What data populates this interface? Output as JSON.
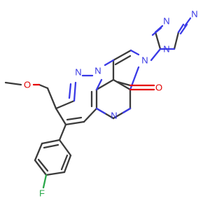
{
  "molecule": {
    "atom_labels": {
      "n_pyrazole_top": "N",
      "n_bridge": "N",
      "n_pyrimidine": "N",
      "n_pyridone": "N",
      "n_triazole_1": "N",
      "n_triazole_2": "N",
      "n_triazole_4": "N",
      "o_carbonyl": "O",
      "o_methoxy": "O",
      "f_fluoro": "F"
    },
    "colors": {
      "carbon": "#3b3b3b",
      "nitrogen": "#3434e3",
      "oxygen": "#e00000",
      "fluorine": "#2aa84a"
    }
  }
}
